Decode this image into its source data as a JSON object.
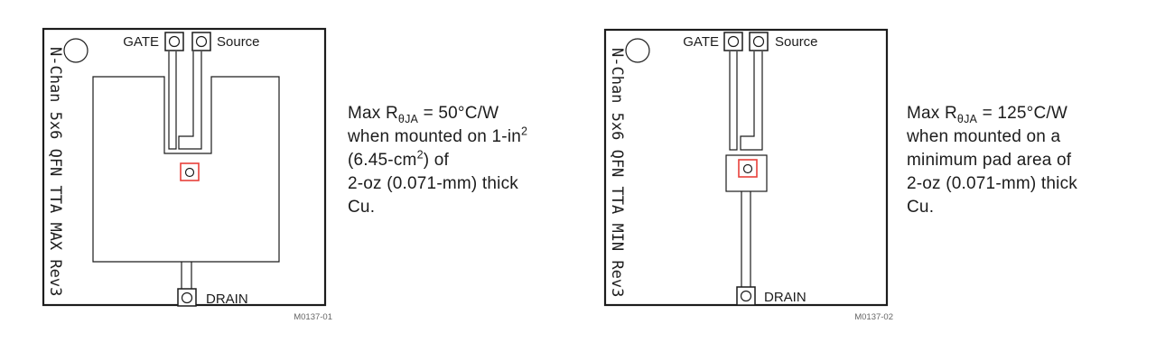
{
  "colors": {
    "line": "#1c1c1c",
    "highlight": "#e8403a",
    "figure_number": "#666666"
  },
  "boards": [
    {
      "id_text": "N-Chan 5x6 QFN TTA MAX Rev3",
      "labels": {
        "gate": "GATE",
        "source": "Source",
        "drain": "DRAIN"
      },
      "figure_number": "M0137-01"
    },
    {
      "id_text": "N-Chan 5x6 QFN TTA MIN Rev3",
      "labels": {
        "gate": "GATE",
        "source": "Source",
        "drain": "DRAIN"
      },
      "figure_number": "M0137-02"
    }
  ],
  "notes": [
    {
      "lines": [
        [
          {
            "t": "Max R"
          },
          {
            "t": "θJA",
            "style": "sub"
          },
          {
            "t": " = 50°C/W"
          }
        ],
        [
          {
            "t": "when mounted on 1-in"
          },
          {
            "t": "2",
            "style": "sup"
          }
        ],
        [
          {
            "t": "(6.45-cm"
          },
          {
            "t": "2",
            "style": "sup"
          },
          {
            "t": ") of"
          }
        ],
        [
          {
            "t": "2-oz (0.071-mm) thick"
          }
        ],
        [
          {
            "t": "Cu."
          }
        ]
      ]
    },
    {
      "lines": [
        [
          {
            "t": "Max R"
          },
          {
            "t": "θJA",
            "style": "sub"
          },
          {
            "t": " = 125°C/W"
          }
        ],
        [
          {
            "t": "when mounted on a"
          }
        ],
        [
          {
            "t": "minimum pad area of"
          }
        ],
        [
          {
            "t": "2-oz (0.071-mm) thick"
          }
        ],
        [
          {
            "t": "Cu."
          }
        ]
      ]
    }
  ]
}
